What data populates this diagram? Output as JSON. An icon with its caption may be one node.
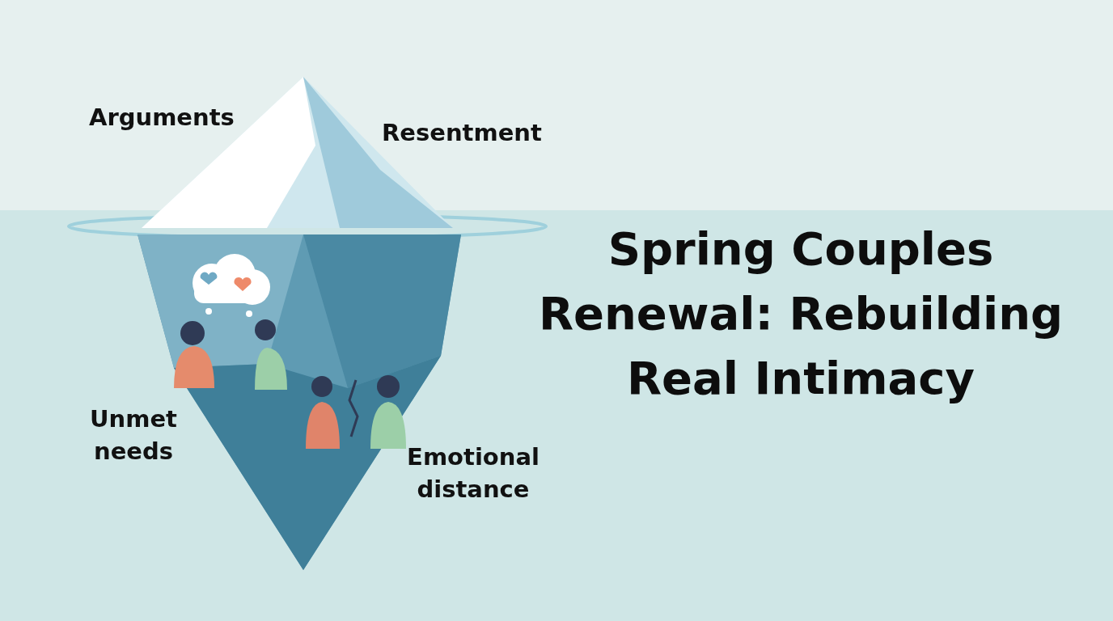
{
  "diagram": {
    "title": "Spring Couples Renewal: Rebuilding Real Intimacy",
    "labels": [
      "Arguments",
      "Resentment",
      "Unmet needs",
      "Emotional distance"
    ]
  }
}
